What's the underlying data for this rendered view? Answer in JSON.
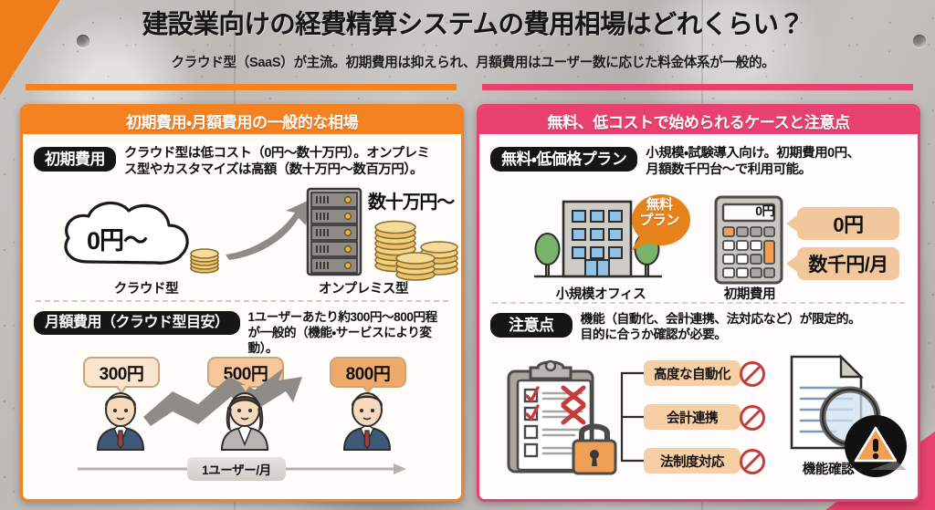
{
  "header": {
    "title": "建設業向けの経費精算システムの費用相場はどれくらい？",
    "subtitle": "クラウド型（SaaS）が主流。初期費用は抑えられ、月額費用はユーザー数に応じた料金体系が一般的。",
    "accent_orange": "#f58220",
    "accent_pink": "#e8416f"
  },
  "left_panel": {
    "header": "初期費用・月額費用の一般的な相場",
    "section1": {
      "pill": "初期費用",
      "desc_line1": "クラウド型は低コスト（0円〜数十万円）。オンプレミ",
      "desc_line2": "ス型やカスタマイズは高額（数十万円〜数百万円）。",
      "cloud_value": "0円〜",
      "cloud_caption": "クラウド型",
      "onprem_value": "数十万円〜",
      "onprem_caption": "オンプレミス型"
    },
    "section2": {
      "pill": "月額費用（クラウド型目安）",
      "desc_line1": "1ユーザーあたり約300円〜800円程",
      "desc_line2": "が一般的（機能・サービスにより変動）。",
      "prices": [
        {
          "label": "300円",
          "fill": "#fbe4cd"
        },
        {
          "label": "500円",
          "fill": "#f7c79b"
        },
        {
          "label": "800円",
          "fill": "#efa96a"
        }
      ],
      "axis_label": "1ユーザー/月"
    }
  },
  "right_panel": {
    "header": "無料、低コストで始められるケースと注意点",
    "section1": {
      "pill": "無料・低価格プラン",
      "desc_line1": "小規模・試験導入向け。初期費用0円、",
      "desc_line2": "月額数千円台〜で利用可能。",
      "free_badge_line1": "無料",
      "free_badge_line2": "プラン",
      "office_caption": "小規模オフィス",
      "calc_display": "0円",
      "calc_caption": "初期費用",
      "tag_top": "0円",
      "tag_bottom": "数千円/月"
    },
    "section2": {
      "pill": "注意点",
      "desc_line1": "機能（自動化、会計連携、法対応など）が限定的。",
      "desc_line2": "目的に合うか確認が必要。",
      "limits": [
        "高度な自動化",
        "会計連携",
        "法制度対応"
      ],
      "check_caption": "機能確認"
    }
  },
  "icons": {
    "cloud": "cloud-icon",
    "coins": "coin-stack-icon",
    "server": "server-rack-icon",
    "arrow": "growth-arrow-icon",
    "person": "person-avatar-icon",
    "building": "office-building-icon",
    "calculator": "calculator-icon",
    "clipboard": "clipboard-checklist-icon",
    "lock": "padlock-icon",
    "prohibited": "prohibited-icon",
    "document": "document-icon",
    "magnifier": "magnifying-glass-icon",
    "warning": "warning-triangle-icon"
  }
}
